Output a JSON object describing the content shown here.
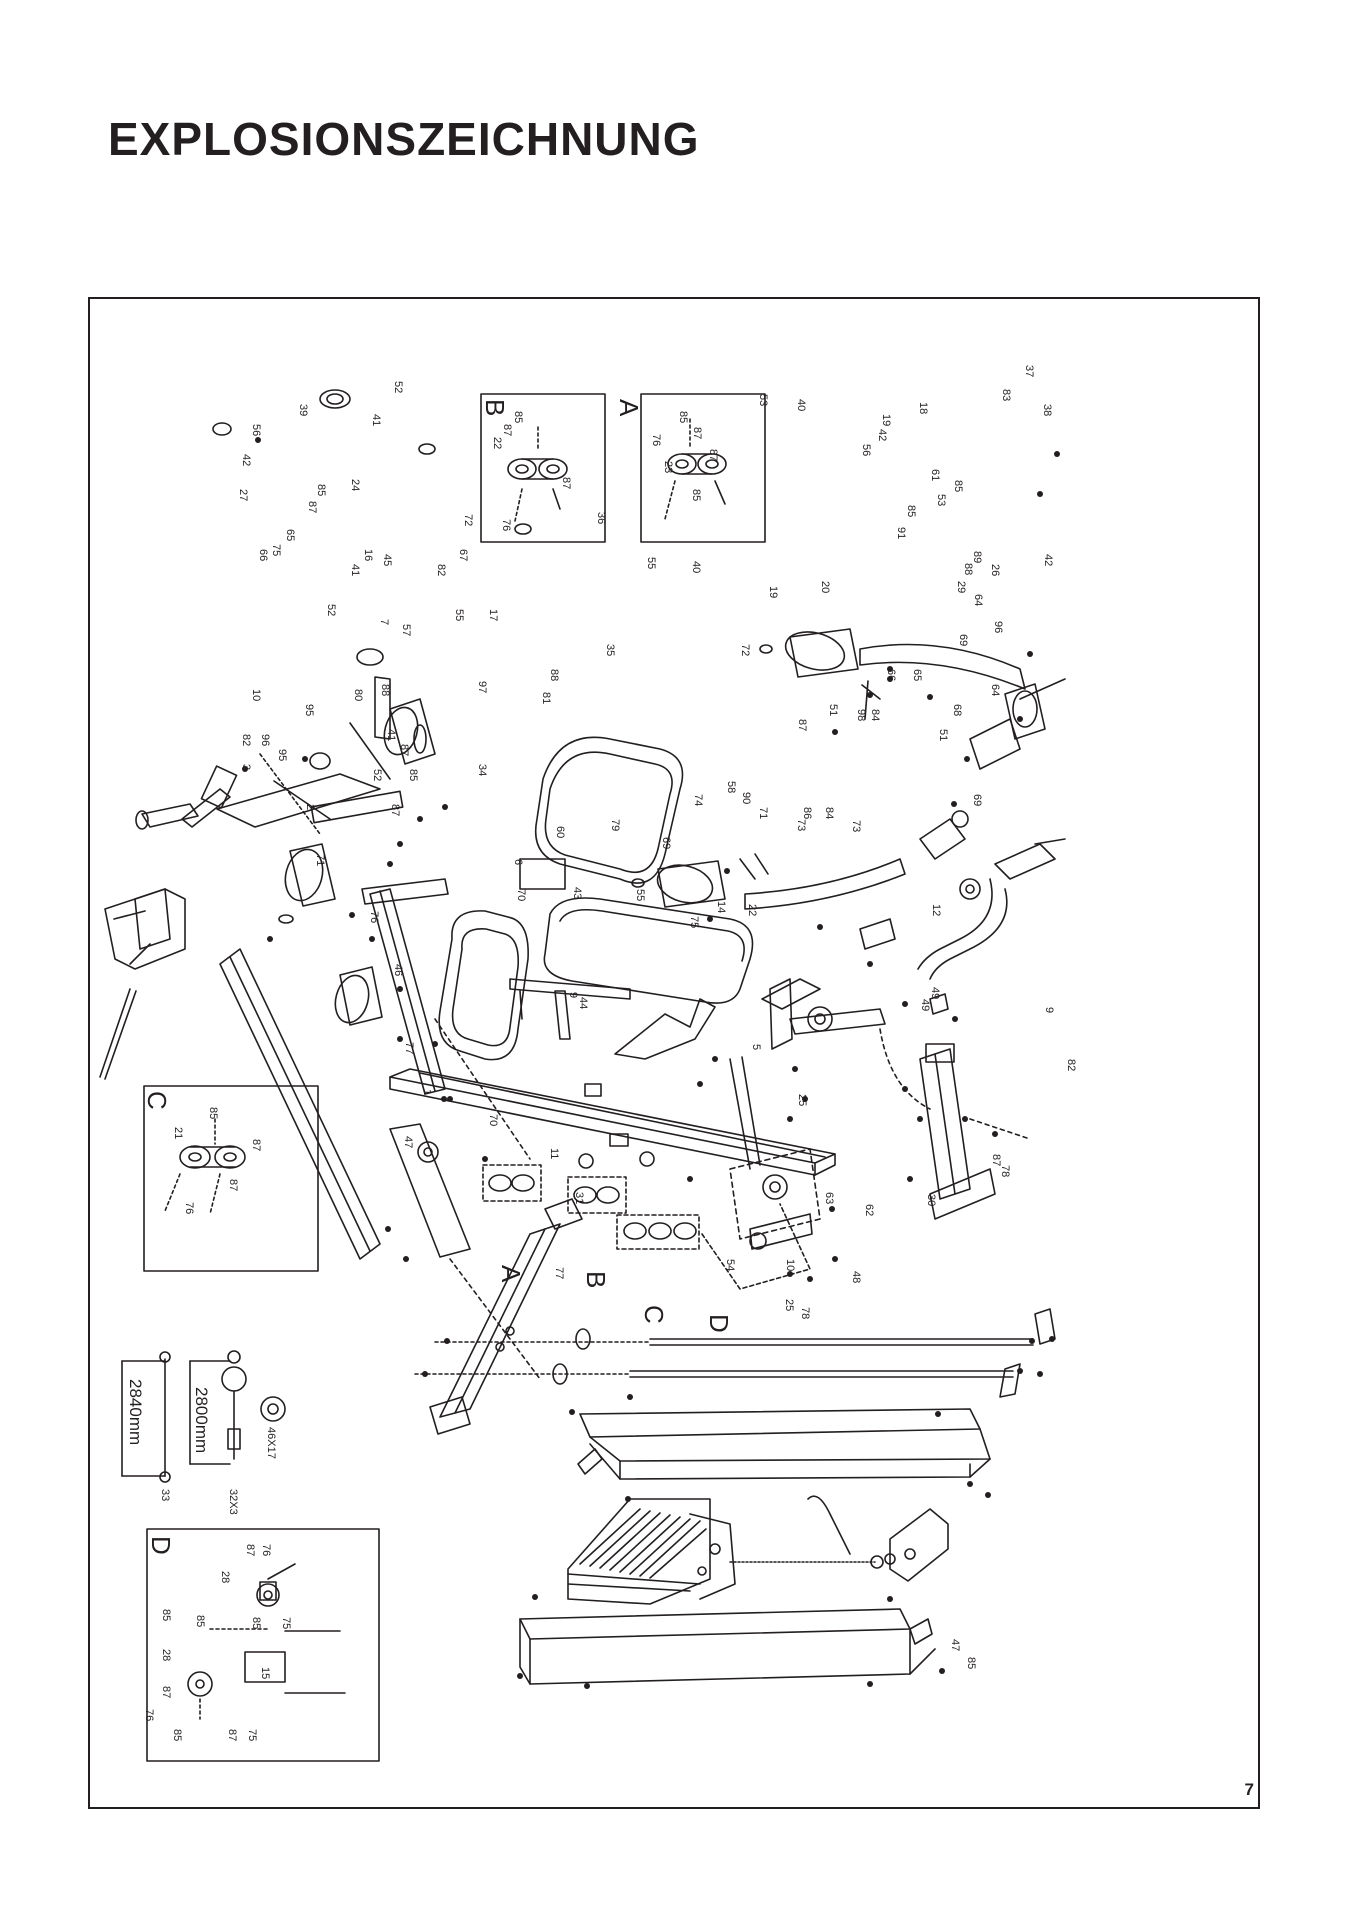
{
  "page": {
    "title": "EXPLOSIONSZEICHNUNG",
    "page_number": "7"
  },
  "insets": [
    {
      "id": "A",
      "letter": "A",
      "labels": [
        "85",
        "87",
        "76",
        "87",
        "23",
        "85"
      ]
    },
    {
      "id": "B",
      "letter": "B",
      "labels": [
        "85",
        "87",
        "22",
        "87",
        "76"
      ]
    },
    {
      "id": "C",
      "letter": "C",
      "labels": [
        "85",
        "87",
        "21",
        "87",
        "76"
      ]
    },
    {
      "id": "D",
      "letter": "D",
      "labels": [
        "87",
        "76",
        "28",
        "85",
        "85",
        "85",
        "75",
        "28",
        "15",
        "87",
        "76",
        "85",
        "87",
        "75"
      ]
    }
  ],
  "detail_refs": [
    "A",
    "B",
    "C",
    "D"
  ],
  "cables": [
    {
      "length": "2840mm",
      "part": "33"
    },
    {
      "length": "2800mm",
      "part": "32X3"
    }
  ],
  "pulley_spec": "46X17",
  "part_labels": [
    "39",
    "52",
    "56",
    "41",
    "42",
    "27",
    "24",
    "85",
    "87",
    "66",
    "65",
    "16",
    "45",
    "75",
    "72",
    "67",
    "82",
    "41",
    "52",
    "40",
    "53",
    "18",
    "19",
    "42",
    "56",
    "83",
    "37",
    "38",
    "61",
    "85",
    "53",
    "85",
    "91",
    "89",
    "88",
    "29",
    "26",
    "64",
    "69",
    "64",
    "42",
    "96",
    "36",
    "55",
    "40",
    "19",
    "20",
    "17",
    "88",
    "72",
    "35",
    "87",
    "51",
    "98",
    "84",
    "66",
    "65",
    "68",
    "51",
    "81",
    "55",
    "34",
    "57",
    "7",
    "80",
    "41",
    "87",
    "52",
    "10",
    "88",
    "97",
    "82",
    "96",
    "95",
    "95",
    "9",
    "62",
    "63",
    "30",
    "31",
    "10",
    "54",
    "48",
    "25",
    "78",
    "87",
    "11",
    "25",
    "12",
    "49",
    "69",
    "79",
    "69",
    "86",
    "84",
    "73",
    "74",
    "90",
    "71",
    "58",
    "73",
    "6",
    "70",
    "43",
    "55",
    "14",
    "75",
    "22",
    "49",
    "60",
    "2",
    "71",
    "85",
    "87",
    "1",
    "47",
    "44",
    "77",
    "76",
    "5",
    "70",
    "9",
    "3",
    "46",
    "82",
    "85",
    "77",
    "78",
    "47",
    "85",
    "87"
  ],
  "colors": {
    "ink": "#231f20",
    "paper": "#ffffff"
  }
}
